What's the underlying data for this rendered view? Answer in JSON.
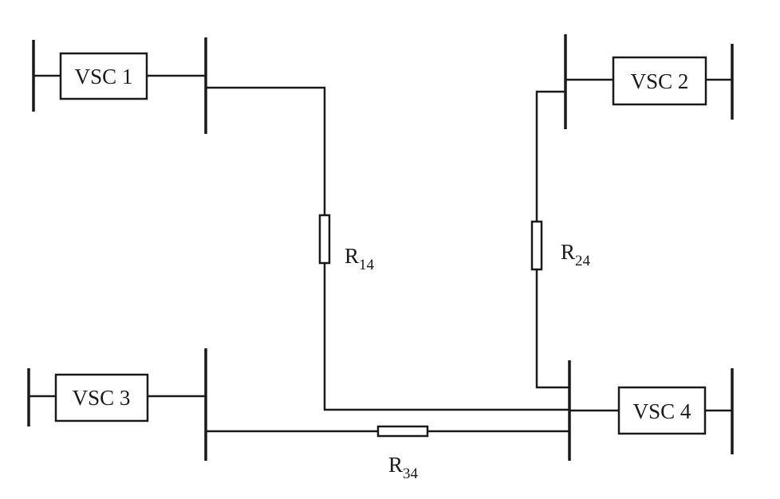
{
  "converters": {
    "vsc1": "VSC 1",
    "vsc2": "VSC 2",
    "vsc3": "VSC 3",
    "vsc4": "VSC 4"
  },
  "resistors": {
    "r14": {
      "main": "R",
      "sub": "14"
    },
    "r24": {
      "main": "R",
      "sub": "24"
    },
    "r34": {
      "main": "R",
      "sub": "34"
    }
  },
  "colors": {
    "line": "#1a1a1a",
    "background": "#ffffff"
  }
}
